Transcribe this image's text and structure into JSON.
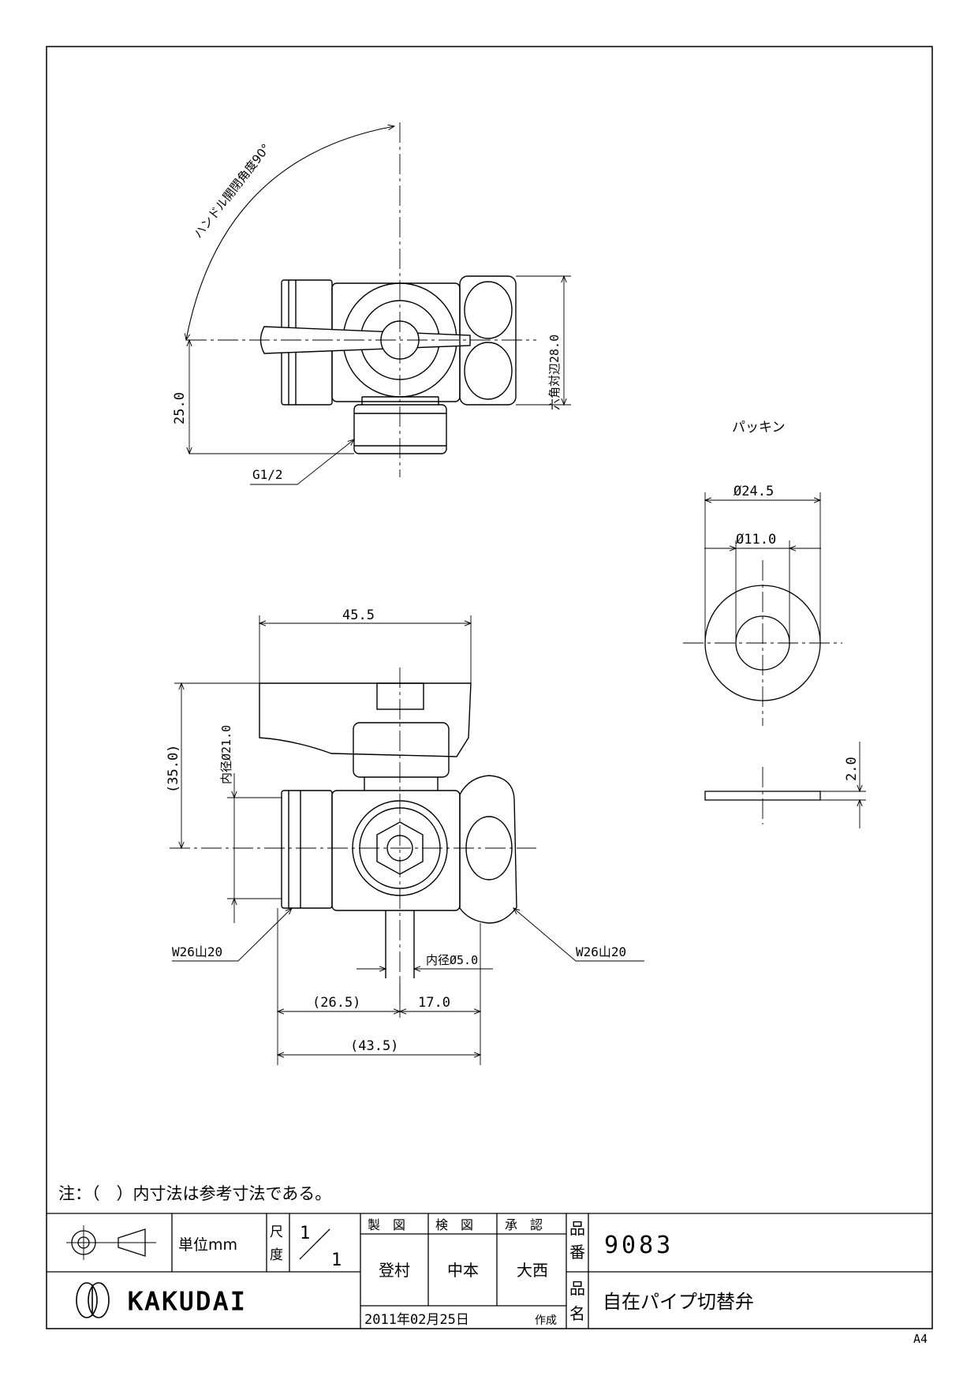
{
  "drawing": {
    "angle_note": "ハンドル開閉角度90°",
    "hex_across_flats": "六角対辺28.0",
    "dim_25": "25.0",
    "thread_top": "G1/2",
    "gasket_label": "パッキン",
    "gasket_outer": "Ø24.5",
    "gasket_inner": "Ø11.0",
    "gasket_thickness": "2.0",
    "dim_45_5": "45.5",
    "dim_35": "(35.0)",
    "inner_dia_21": "内径Ø21.0",
    "thread_left": "W26山20",
    "thread_right": "W26山20",
    "inner_dia_5": "内径Ø5.0",
    "dim_26_5": "(26.5)",
    "dim_17": "17.0",
    "dim_43_5": "(43.5)",
    "note": "注：（　）内寸法は参考寸法である。"
  },
  "title_block": {
    "unit_label": "単位mm",
    "scale_label_1": "尺",
    "scale_label_2": "度",
    "scale_num": "1",
    "scale_den": "1",
    "h_drawn": "製　図",
    "h_checked": "検　図",
    "h_approved": "承　認",
    "drawn_by": "登村",
    "checked_by": "中本",
    "approved_by": "大西",
    "part_no_label_1": "品",
    "part_no_label_2": "番",
    "part_no": "9083",
    "part_name_label_1": "品",
    "part_name_label_2": "名",
    "part_name": "自在パイプ切替弁",
    "date": "2011年02月25日",
    "date_suffix": "作成",
    "brand": "KAKUDAI",
    "paper_size": "A4"
  }
}
